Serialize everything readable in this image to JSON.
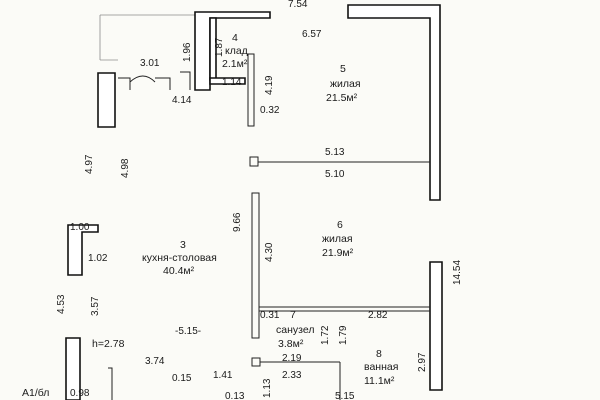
{
  "rooms": [
    {
      "num": "3",
      "name": "кухня-столовая",
      "area": "40.4м²"
    },
    {
      "num": "4",
      "name": "клад",
      "area": "2.1м²"
    },
    {
      "num": "5",
      "name": "жилая",
      "area": "21.5м²"
    },
    {
      "num": "6",
      "name": "жилая",
      "area": "21.9м²"
    },
    {
      "num": "7",
      "name": "санузел",
      "area": "3.8м²"
    },
    {
      "num": "8",
      "name": "ванная",
      "area": "11.1м²"
    }
  ],
  "dims": {
    "top_outer": "7.54",
    "room5_width": "6.57",
    "balcony": "3.01",
    "d196": "1.96",
    "d187": "1.87",
    "d114": "1.14",
    "d419": "4.19",
    "d414": "4.14",
    "d032": "0.32",
    "d497": "4.97",
    "d498": "4.98",
    "d513": "5.13",
    "d510": "5.10",
    "d966": "9.66",
    "d430": "4.30",
    "d1454": "14.54",
    "d100": "1.00",
    "d102": "1.02",
    "d453": "4.53",
    "d357": "3.57",
    "d031": "0.31",
    "d282": "2.82",
    "d172": "1.72",
    "d179": "1.79",
    "d515a": "-5.15-",
    "d219": "2.19",
    "d233": "2.33",
    "d297": "2.97",
    "d374": "3.74",
    "d015": "0.15",
    "d141": "1.41",
    "d113": "1.13",
    "d013": "0.13",
    "d515b": "5.15",
    "d098": "0.98"
  },
  "height_note": "h=2.78",
  "sheet_code": "А1/бл"
}
